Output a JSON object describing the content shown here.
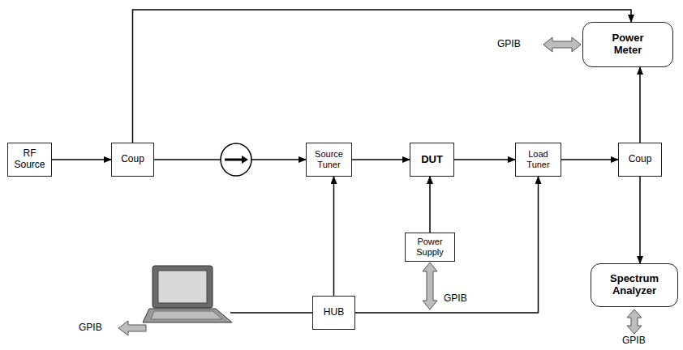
{
  "diagram": {
    "nodes": [
      {
        "text": [
          "Power Meter"
        ]
      },
      {
        "text": [
          "RF Source"
        ]
      },
      {
        "text": [
          "Coup"
        ]
      },
      {
        "text": [
          "Source Tuner"
        ]
      },
      {
        "text": [
          "DUT"
        ]
      },
      {
        "text": [
          "Load Tuner"
        ]
      },
      {
        "text": [
          "Coup"
        ]
      },
      {
        "text": [
          "Power Supply"
        ]
      },
      {
        "text": [
          "Spectrum Analyzer"
        ]
      },
      {
        "text": [
          "HUB"
        ]
      }
    ],
    "edges": [
      {
        "from": 1,
        "to": 2,
        "arrow": "to"
      },
      {
        "from": 2,
        "to": 3,
        "arrow": "to"
      },
      {
        "from": 2,
        "to": 0,
        "arrow": "to"
      },
      {
        "from": 3,
        "to": 4,
        "arrow": "to"
      },
      {
        "from": 4,
        "to": 5,
        "arrow": "to"
      },
      {
        "from": 5,
        "to": 6,
        "arrow": "to"
      },
      {
        "from": 6,
        "to": 0,
        "arrow": "to"
      },
      {
        "from": 6,
        "to": 8,
        "arrow": "to"
      },
      {
        "from": 7,
        "to": 4,
        "arrow": "to"
      },
      {
        "from": 9,
        "to": 3,
        "arrow": "to"
      },
      {
        "from": 9,
        "to": 5,
        "arrow": "to"
      }
    ],
    "labels": [
      "GPIB",
      "GPIB",
      "GPIB",
      "GPIB"
    ]
  }
}
